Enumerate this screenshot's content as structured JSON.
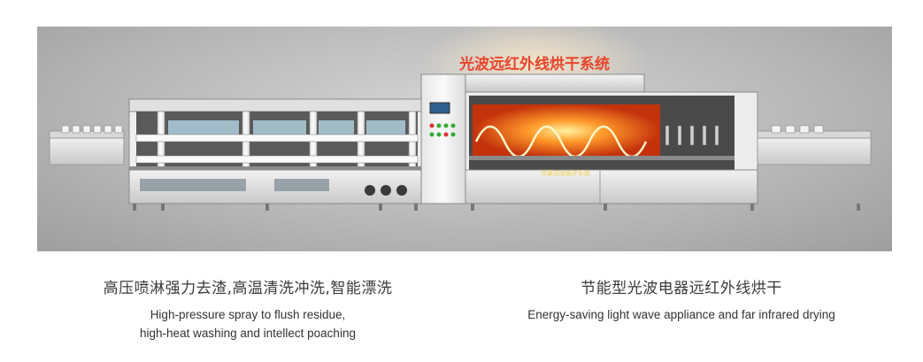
{
  "diagram": {
    "top_label": "光波远红外线烘干系统",
    "heat_label": "热量回收循环系统"
  },
  "captions": {
    "left": {
      "cn": "高压喷淋强力去渣,高温清洗冲洗,智能漂洗",
      "en_line1": "High-pressure spray to flush residue,",
      "en_line2": "high-heat washing and intellect poaching"
    },
    "right": {
      "cn": "节能型光波电器远红外线烘干",
      "en_line1": "Energy-saving light wave appliance and far infrared drying"
    }
  }
}
